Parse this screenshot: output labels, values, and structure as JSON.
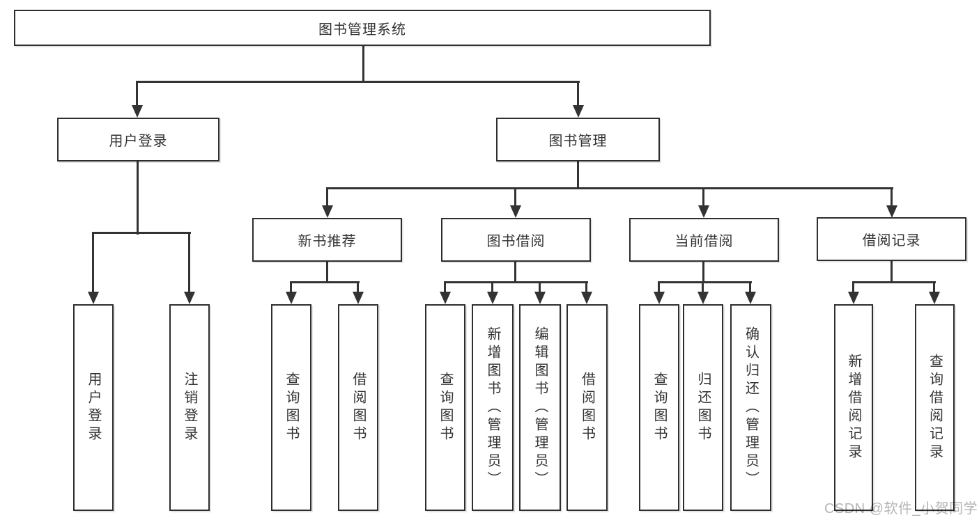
{
  "diagram_title": "图书管理系统",
  "colors": {
    "line": "#333333",
    "box_border": "#2e2e2e",
    "box_background": "#ffffff",
    "text": "#333333",
    "watermark": "#b5b5b5"
  },
  "tree": {
    "root": {
      "label": "图书管理系统"
    },
    "children": [
      {
        "label": "用户登录",
        "children": [
          {
            "label": "用户登录"
          },
          {
            "label": "注销登录"
          }
        ]
      },
      {
        "label": "图书管理",
        "children": [
          {
            "label": "新书推荐",
            "children": [
              {
                "label": "查询图书"
              },
              {
                "label": "借阅图书"
              }
            ]
          },
          {
            "label": "图书借阅",
            "children": [
              {
                "label": "查询图书"
              },
              {
                "label": "新增图书（管理员）"
              },
              {
                "label": "编辑图书（管理员）"
              },
              {
                "label": "借阅图书"
              }
            ]
          },
          {
            "label": "当前借阅",
            "children": [
              {
                "label": "查询图书"
              },
              {
                "label": "归还图书"
              },
              {
                "label": "确认归还（管理员）"
              }
            ]
          },
          {
            "label": "借阅记录",
            "children": [
              {
                "label": "新增借阅记录"
              },
              {
                "label": "查询借阅记录"
              }
            ]
          }
        ]
      }
    ]
  },
  "watermark": {
    "text": "CSDN @软件_小贺同学"
  }
}
